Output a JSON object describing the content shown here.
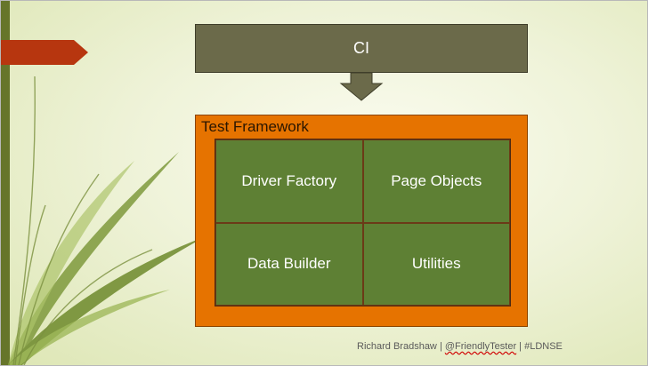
{
  "diagram": {
    "ci_label": "CI",
    "framework_label": "Test Framework",
    "components": [
      {
        "label": "Driver Factory"
      },
      {
        "label": "Page Objects"
      },
      {
        "label": "Data Builder"
      },
      {
        "label": "Utilities"
      }
    ]
  },
  "footer": {
    "author": "Richard Bradshaw",
    "separator": "|",
    "handle": "@FriendlyTester",
    "hashtag": "#LDNSE"
  },
  "colors": {
    "background": "#e8eec8",
    "ci_fill": "#6b6a4a",
    "framework_fill": "#e67300",
    "component_fill": "#5e8034",
    "accent_arrow": "#c03b10"
  }
}
